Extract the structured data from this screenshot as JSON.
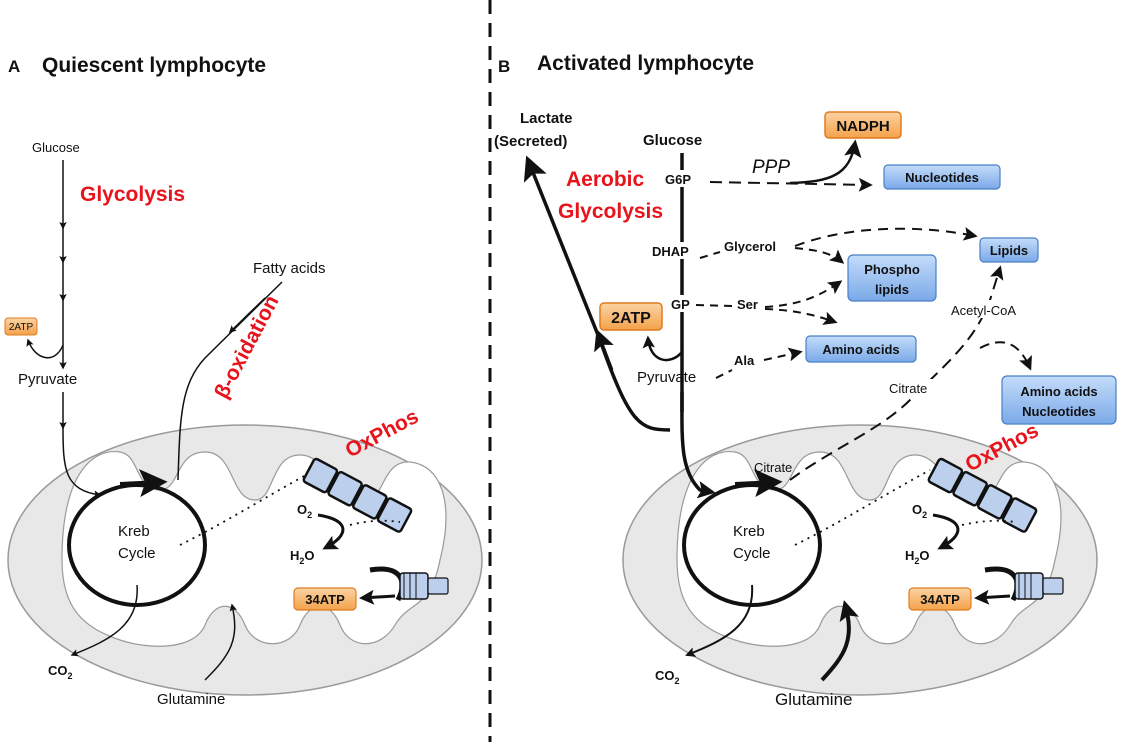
{
  "panel_a": {
    "letter": "A",
    "title": "Quiescent lymphocyte",
    "glucose": "Glucose",
    "glycolysis": "Glycolysis",
    "atp_small": "2ATP",
    "pyruvate": "Pyruvate",
    "fatty_acids": "Fatty acids",
    "beta_oxidation": "β-oxidation",
    "oxphos": "OxPhos",
    "kreb": "Kreb",
    "cycle": "Cycle",
    "o2": "O",
    "o2_sub": "2",
    "h2o_h": "H",
    "h2o_sub": "2",
    "h2o_o": "O",
    "atp_34": "34ATP",
    "co2": "CO",
    "co2_sub": "2",
    "glutamine": "Glutamine"
  },
  "panel_b": {
    "letter": "B",
    "title": "Activated lymphocyte",
    "lactate": "Lactate",
    "secreted": "(Secreted)",
    "glucose": "Glucose",
    "aerobic": "Aerobic",
    "glycolysis": "Glycolysis",
    "g6p": "G6P",
    "ppp": "PPP",
    "nadph": "NADPH",
    "nucleotides": "Nucleotides",
    "dhap": "DHAP",
    "glycerol": "Glycerol",
    "lipids": "Lipids",
    "phospho1": "Phospho",
    "phospho2": "lipids",
    "gp": "GP",
    "ser": "Ser",
    "acetyl_coa": "Acetyl-CoA",
    "atp_2": "2ATP",
    "ala": "Ala",
    "amino_acids": "Amino acids",
    "pyruvate": "Pyruvate",
    "citrate_out": "Citrate",
    "aa_nuc1": "Amino acids",
    "aa_nuc2": "Nucleotides",
    "citrate_in": "Citrate",
    "oxphos": "OxPhos",
    "kreb": "Kreb",
    "cycle": "Cycle",
    "o2": "O",
    "o2_sub": "2",
    "h2o_h": "H",
    "h2o_sub": "2",
    "h2o_o": "O",
    "atp_34": "34ATP",
    "co2": "CO",
    "co2_sub": "2",
    "glutamine": "Glutamine"
  },
  "colors": {
    "orange_box": "#f6b26b",
    "orange_border": "#e07b20",
    "blue_box": "#8fb9ee",
    "blue_border": "#4a7fc8",
    "mito_fill": "#e8e8e8",
    "accent_red": "#e8131b"
  }
}
